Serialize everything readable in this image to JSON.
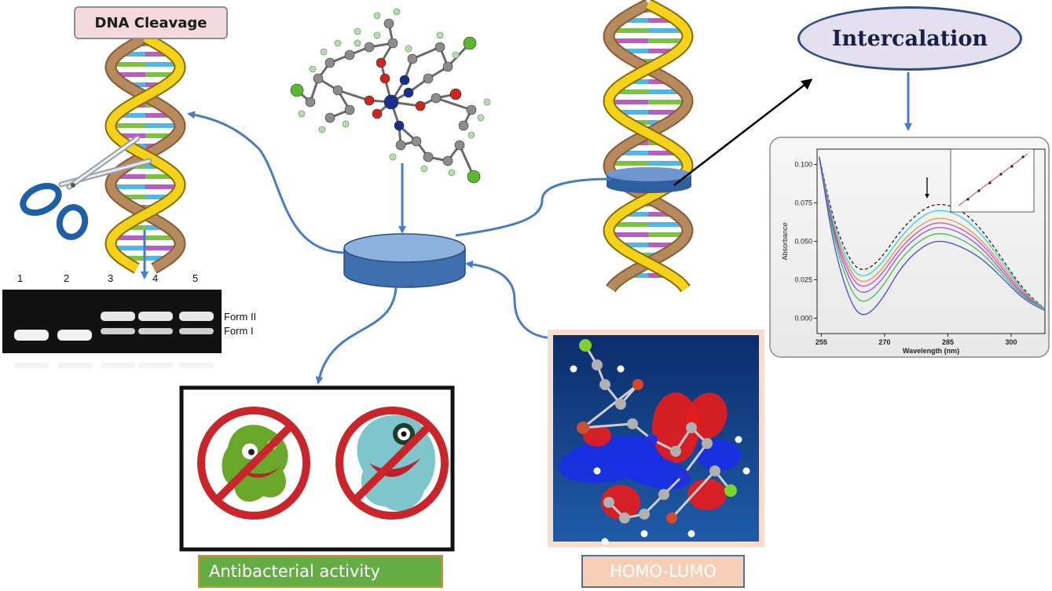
{
  "labels": {
    "dna_cleavage": "DNA Cleavage",
    "intercalation": "Intercalation",
    "antibacterial": "Antibacterial activity",
    "homo_lumo": "HOMO-LUMO"
  },
  "gel": {
    "lanes": [
      "1",
      "2",
      "3",
      "4",
      "5"
    ],
    "bands": [
      "Form II",
      "Form I"
    ]
  },
  "colors": {
    "arrow": "#4a7cc2",
    "disc": "#5b86c2",
    "helix": "#f3d21c",
    "backbone": "#b58a5e"
  },
  "chart_data": {
    "type": "line",
    "xlabel": "Wavelength (nm)",
    "ylabel": "Absorbance",
    "xticks": [
      255,
      270,
      285,
      300
    ],
    "yticks": [
      0.0,
      0.025,
      0.05,
      0.075,
      0.1
    ],
    "xlim": [
      254,
      308
    ],
    "ylim": [
      -0.01,
      0.11
    ],
    "series": [
      {
        "color": "#222222",
        "dashed": true,
        "points": [
          [
            254.5,
            0.105
          ],
          [
            258,
            0.062
          ],
          [
            262,
            0.036
          ],
          [
            265,
            0.03
          ],
          [
            269,
            0.038
          ],
          [
            274,
            0.058
          ],
          [
            279,
            0.071
          ],
          [
            283,
            0.075
          ],
          [
            288,
            0.071
          ],
          [
            293,
            0.058
          ],
          [
            298,
            0.038
          ],
          [
            303,
            0.018
          ],
          [
            308,
            0.006
          ]
        ]
      },
      {
        "color": "#31d3dc",
        "points": [
          [
            254.5,
            0.105
          ],
          [
            258,
            0.059
          ],
          [
            262,
            0.032
          ],
          [
            265,
            0.026
          ],
          [
            269,
            0.034
          ],
          [
            274,
            0.054
          ],
          [
            279,
            0.067
          ],
          [
            283,
            0.071
          ],
          [
            288,
            0.067
          ],
          [
            293,
            0.055
          ],
          [
            298,
            0.036
          ],
          [
            303,
            0.017
          ],
          [
            308,
            0.006
          ]
        ]
      },
      {
        "color": "#e09b3a",
        "points": [
          [
            254.5,
            0.105
          ],
          [
            258,
            0.057
          ],
          [
            262,
            0.029
          ],
          [
            265,
            0.022
          ],
          [
            269,
            0.03
          ],
          [
            274,
            0.05
          ],
          [
            279,
            0.062
          ],
          [
            283,
            0.066
          ],
          [
            288,
            0.062
          ],
          [
            293,
            0.051
          ],
          [
            298,
            0.034
          ],
          [
            303,
            0.016
          ],
          [
            308,
            0.006
          ]
        ]
      },
      {
        "color": "#d548c8",
        "points": [
          [
            254.5,
            0.105
          ],
          [
            258,
            0.055
          ],
          [
            262,
            0.026
          ],
          [
            265,
            0.019
          ],
          [
            269,
            0.027
          ],
          [
            274,
            0.047
          ],
          [
            279,
            0.059
          ],
          [
            283,
            0.063
          ],
          [
            288,
            0.059
          ],
          [
            293,
            0.049
          ],
          [
            298,
            0.032
          ],
          [
            303,
            0.015
          ],
          [
            308,
            0.006
          ]
        ]
      },
      {
        "color": "#8c5ad8",
        "points": [
          [
            254.5,
            0.105
          ],
          [
            258,
            0.053
          ],
          [
            262,
            0.022
          ],
          [
            265,
            0.015
          ],
          [
            269,
            0.023
          ],
          [
            274,
            0.044
          ],
          [
            279,
            0.056
          ],
          [
            283,
            0.06
          ],
          [
            288,
            0.056
          ],
          [
            293,
            0.046
          ],
          [
            298,
            0.03
          ],
          [
            303,
            0.014
          ],
          [
            308,
            0.006
          ]
        ]
      },
      {
        "color": "#3fc24a",
        "points": [
          [
            254.5,
            0.105
          ],
          [
            258,
            0.05
          ],
          [
            262,
            0.017
          ],
          [
            265,
            0.009
          ],
          [
            269,
            0.018
          ],
          [
            274,
            0.04
          ],
          [
            279,
            0.052
          ],
          [
            283,
            0.056
          ],
          [
            288,
            0.052
          ],
          [
            293,
            0.043
          ],
          [
            298,
            0.028
          ],
          [
            303,
            0.013
          ],
          [
            308,
            0.006
          ]
        ]
      },
      {
        "color": "#3d4fd0",
        "points": [
          [
            254.5,
            0.105
          ],
          [
            258,
            0.045
          ],
          [
            262,
            0.009
          ],
          [
            265,
            0.0
          ],
          [
            269,
            0.01
          ],
          [
            274,
            0.034
          ],
          [
            279,
            0.047
          ],
          [
            283,
            0.051
          ],
          [
            288,
            0.047
          ],
          [
            293,
            0.039
          ],
          [
            298,
            0.026
          ],
          [
            303,
            0.012
          ],
          [
            308,
            0.005
          ]
        ]
      }
    ]
  }
}
